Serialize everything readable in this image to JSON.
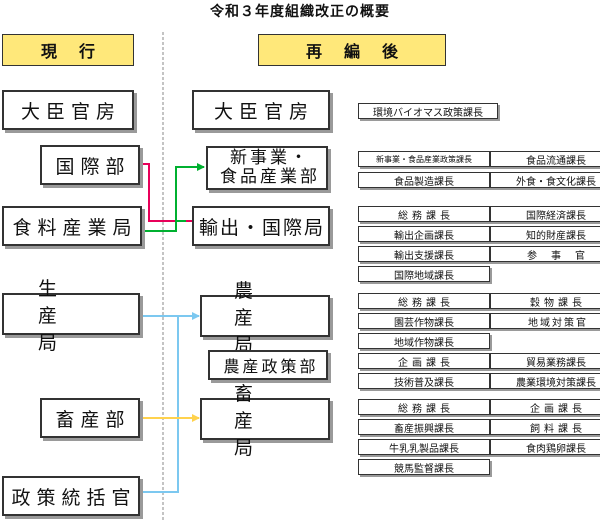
{
  "title": "令和３年度組織改正の概要",
  "headers": {
    "current": "現行",
    "after": "再編後"
  },
  "current": {
    "daijin": "大臣官房",
    "kokusai": "国際部",
    "shokuryo": "食料産業局",
    "seisan": "生産局",
    "chikusan": "畜産部",
    "seisaku": "政策統括官"
  },
  "after": {
    "daijin": "大臣官房",
    "shinjigyo_line1": "新事業・",
    "shinjigyo_line2": "食品産業部",
    "yushutsu": "輸出・国際局",
    "nosan": "農産局",
    "nosan_seisaku": "農産政策部",
    "chikusan": "畜産局"
  },
  "sections": {
    "daijin": [
      "環境バイオマス政策課長"
    ],
    "shinjigyo": [
      "新事業・食品産業政策課長",
      "食品流通課長",
      "食品製造課長",
      "外食・食文化課長"
    ],
    "yushutsu": [
      "総務課長",
      "国際経済課長",
      "輸出企画課長",
      "知的財産課長",
      "輸出支援課長",
      "参事官",
      "国際地域課長"
    ],
    "nosan": [
      "総務課長",
      "穀物課長",
      "園芸作物課長",
      "地域対策官",
      "地域作物課長"
    ],
    "nosan_seisaku": [
      "企画課長",
      "貿易業務課長",
      "技術普及課長",
      "農業環境対策課長"
    ],
    "chikusan": [
      "総務課長",
      "企画課長",
      "畜産振興課長",
      "飼料課長",
      "牛乳乳製品課長",
      "食肉鶏卵課長",
      "競馬監督課長"
    ]
  },
  "colors": {
    "header_bg": "#ffe87a",
    "arrow_red": "#e8005a",
    "arrow_green": "#00b030",
    "arrow_blue": "#7cc8f0",
    "arrow_yellow": "#ffd24d"
  }
}
